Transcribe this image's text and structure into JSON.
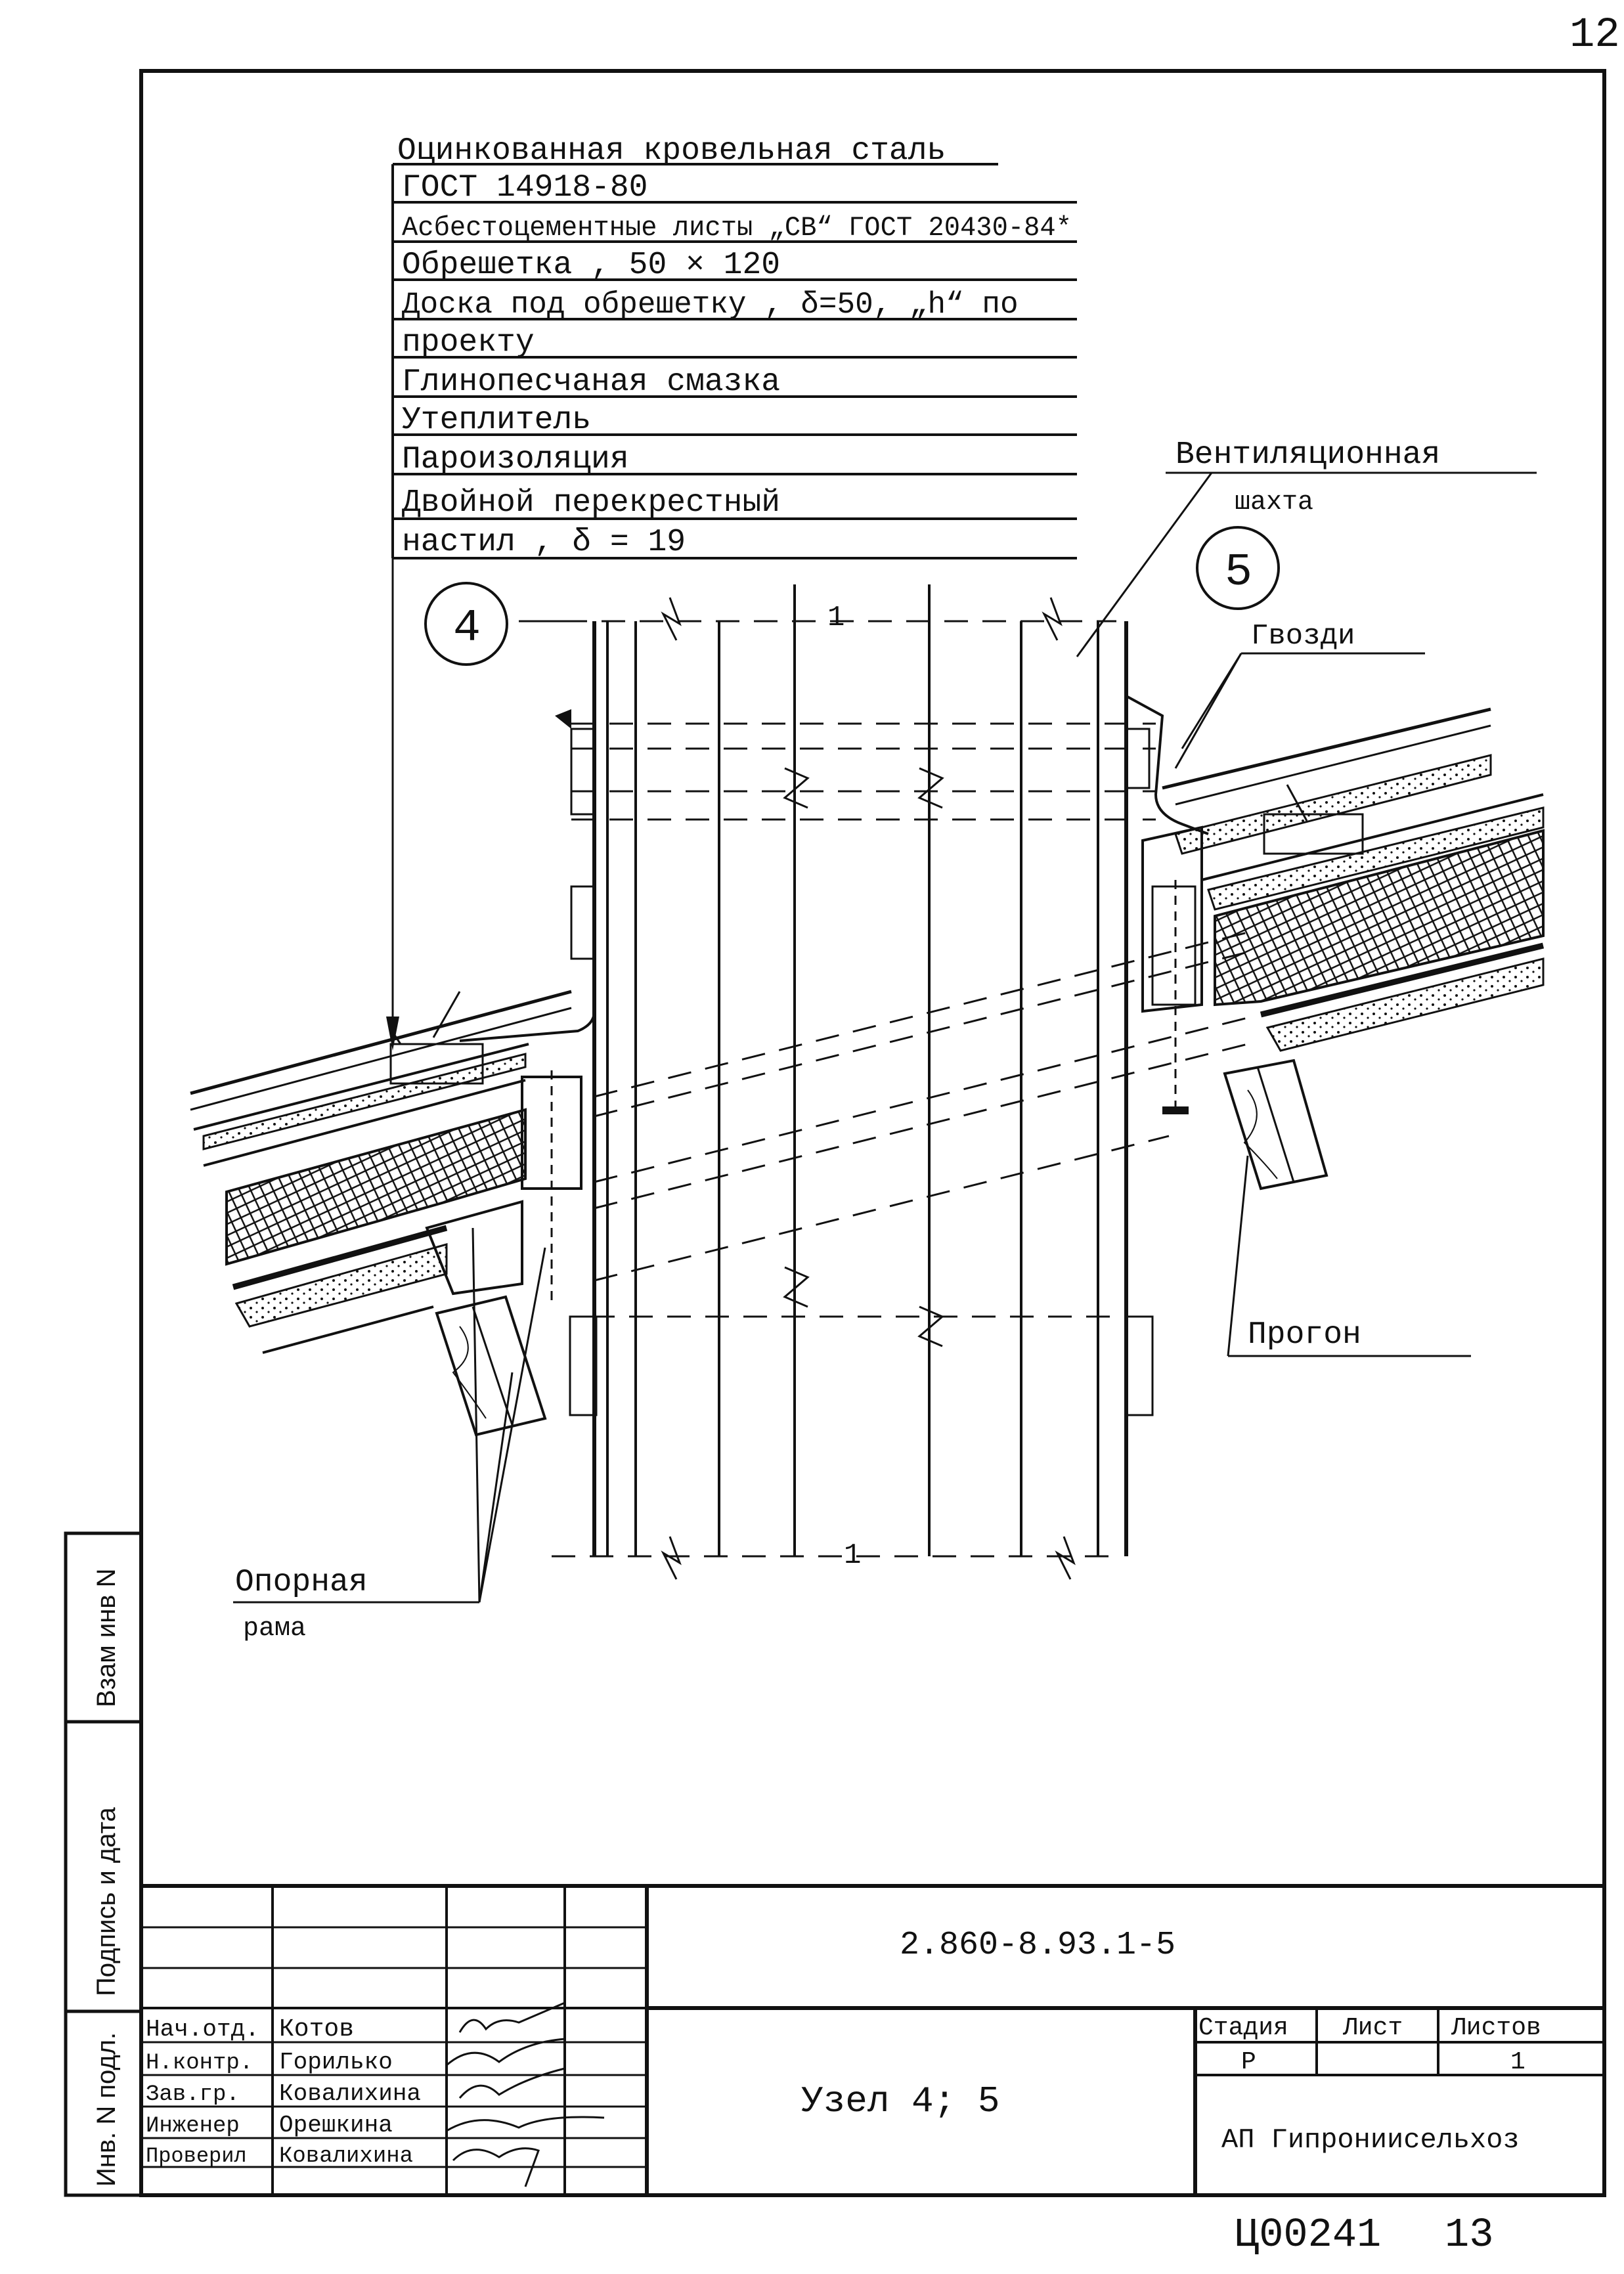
{
  "sheet": {
    "page_number": "12",
    "bottom_code": "Ц00241",
    "bottom_number": "13"
  },
  "layer_callout": {
    "lines": [
      "Оцинкованная кровельная сталь",
      "ГОСТ 14918-80",
      "Асбестоцементные листы „СВ“ ГОСТ 20430-84*",
      "Обрешетка , 50 × 120",
      "Доска под обрешетку , δ=50, „h“ по",
      "проекту",
      "Глинопесчаная смазка",
      "Утеплитель",
      "Пароизоляция",
      "Двойной перекрестный",
      "настил , δ = 19"
    ]
  },
  "callouts": {
    "node_4": "4",
    "node_5": "5",
    "ventilation_shaft_line1": "Вентиляционная",
    "ventilation_shaft_line2": "шахта",
    "nails": "Гвозди",
    "purlin": "Прогон",
    "support_frame_line1": "Опорная",
    "support_frame_line2": "рама",
    "section_mark_top": "1",
    "section_mark_bottom": "1"
  },
  "side_stamp": {
    "vzam_inv": "Взам инв N",
    "podpis_data": "Подпись и дата",
    "inv_podl": "Инв. N подл."
  },
  "title_block": {
    "document_code": "2.860-8.93.1-5",
    "drawing_title": "Узел 4; 5",
    "organization": "АП Гипрониисельхоз",
    "stage_header": "Стадия",
    "sheet_header": "Лист",
    "sheets_header": "Листов",
    "stage_value": "Р",
    "sheet_value": "",
    "sheets_value": "1",
    "signatures": [
      {
        "role": "Нач.отд.",
        "name": "Котов"
      },
      {
        "role": "Н.контр.",
        "name": "Горилько"
      },
      {
        "role": "Зав.гр.",
        "name": "Ковалихина"
      },
      {
        "role": "Инженер",
        "name": "Орешкина"
      },
      {
        "role": "Проверил",
        "name": "Ковалихина"
      }
    ]
  }
}
